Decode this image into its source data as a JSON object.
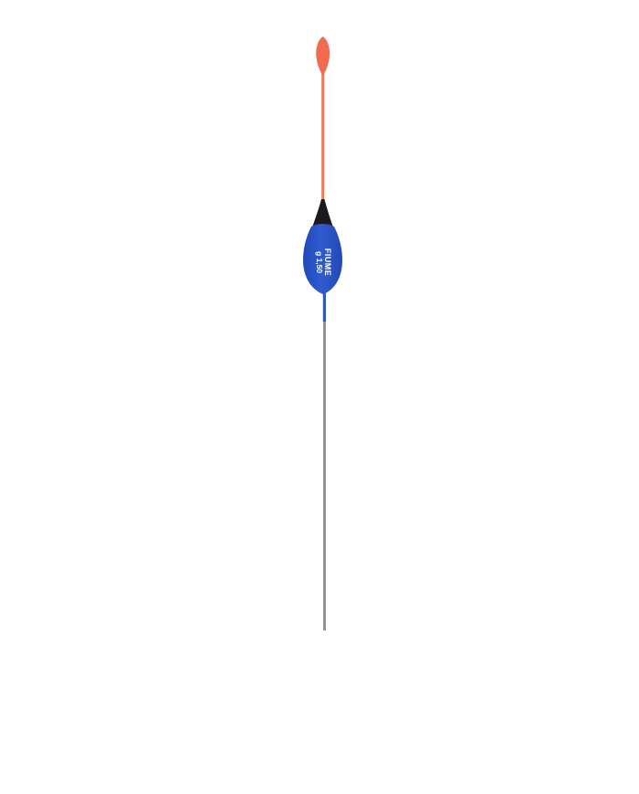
{
  "image": {
    "subject": "fishing float",
    "background_color": "#ffffff"
  },
  "float": {
    "label": {
      "brand": "FIUME",
      "size": "g 1,50"
    },
    "colors": {
      "tip": "#f26a4f",
      "antenna": "#f47a55",
      "shoulder": "#1b1b1f",
      "body": "#2b55c8",
      "stem": "#2d57c6",
      "wire": "#7d7d7d",
      "label_text": "#ffffff"
    }
  }
}
